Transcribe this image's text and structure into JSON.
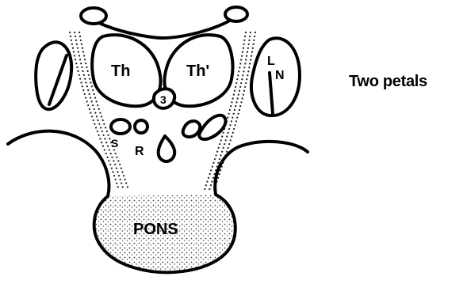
{
  "labels": {
    "thalamus_left": "Th",
    "thalamus_right": "Th'",
    "third_ventricle": "3",
    "red_nucleus": "R",
    "substantia_left": "S",
    "lateral_nucleus_l": "L",
    "lateral_nucleus_n": "N",
    "pons": "PONS"
  },
  "caption": "Two petals",
  "colors": {
    "ink": "#000000",
    "background": "#ffffff",
    "stipple": "#222222"
  }
}
